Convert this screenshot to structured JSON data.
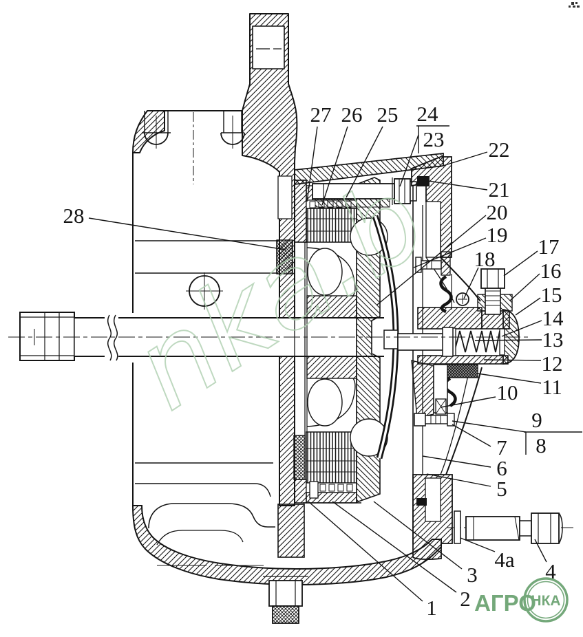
{
  "callouts": {
    "c1": "1",
    "c2": "2",
    "c3": "3",
    "c4": "4",
    "c4a": "4a",
    "c5": "5",
    "c6": "6",
    "c7": "7",
    "c8": "8",
    "c9": "9",
    "c10": "10",
    "c11": "11",
    "c12": "12",
    "c13": "13",
    "c14": "14",
    "c15": "15",
    "c16": "16",
    "c17": "17",
    "c18": "18",
    "c19": "19",
    "c20": "20",
    "c21": "21",
    "c22": "22",
    "c23": "23",
    "c24": "24",
    "c25": "25",
    "c26": "26",
    "c27": "27",
    "c28": "28"
  },
  "callout_groups": [
    [
      "24",
      "23"
    ],
    [
      "9",
      "8"
    ]
  ],
  "watermark": {
    "text": "nka.b",
    "color": "#aecfb0"
  },
  "logo": {
    "text_left": "АГРО",
    "text_circle": "НКА",
    "color": "#74a87a"
  },
  "colors": {
    "line": "#1a1a1a",
    "background": "#ffffff"
  }
}
